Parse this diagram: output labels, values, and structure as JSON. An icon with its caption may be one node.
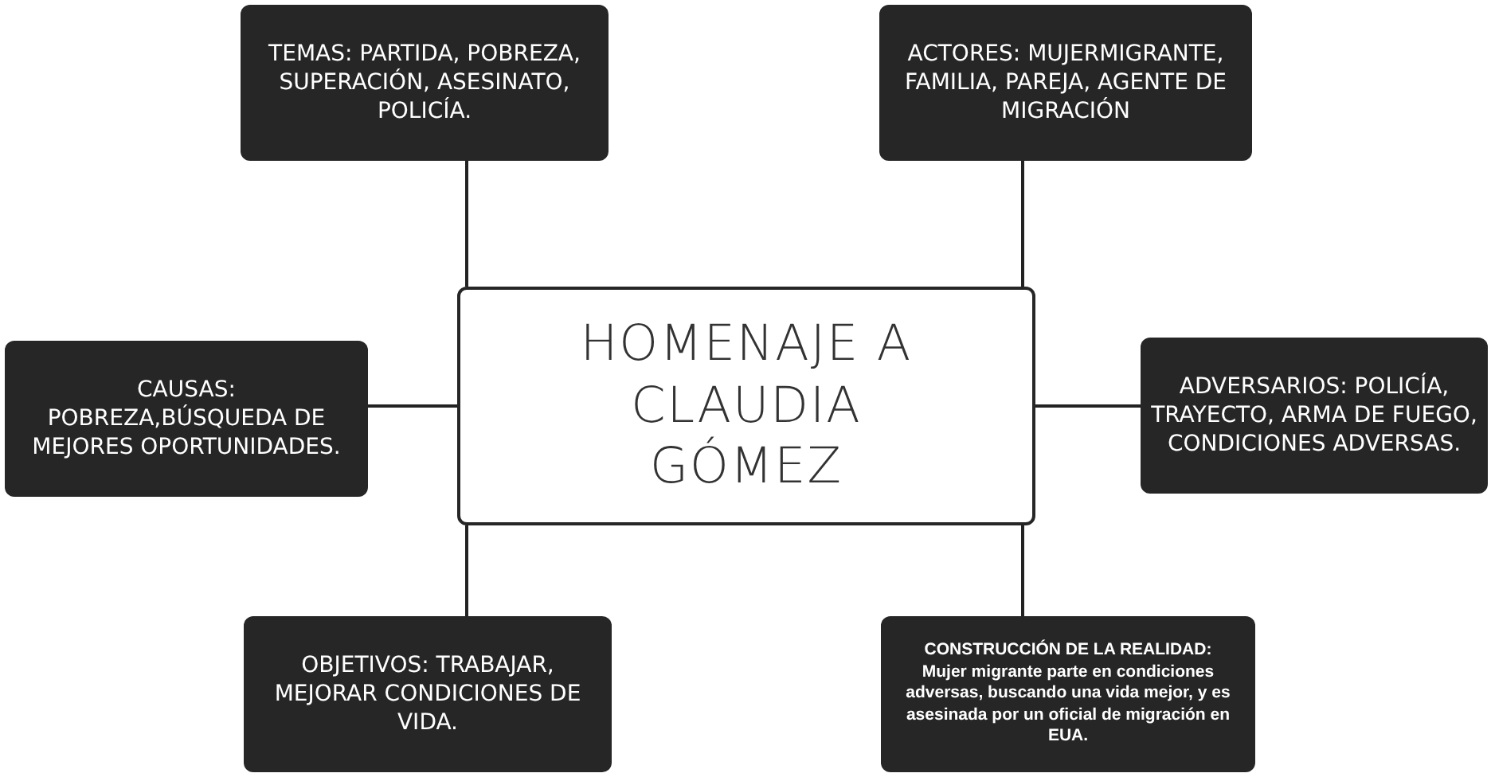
{
  "diagram": {
    "nodes": [
      {
        "text": [
          "HOMENAJE A CLAUDIA GÓMEZ"
        ]
      },
      {
        "text": [
          "TEMAS: PARTIDA, POBREZA, SUPERACIÓN, ASESINATO, POLICÍA."
        ]
      },
      {
        "text": [
          "ACTORES: MUJERMIGRANTE, FAMILIA, PAREJA, AGENTE DE MIGRACIÓN"
        ]
      },
      {
        "text": [
          "CAUSAS: POBREZA,BÚSQUEDA DE MEJORES OPORTUNIDADES."
        ]
      },
      {
        "text": [
          "ADVERSARIOS: POLICÍA, TRAYECTO, ARMA DE FUEGO, CONDICIONES ADVERSAS."
        ]
      },
      {
        "text": [
          "OBJETIVOS: TRABAJAR, MEJORAR CONDICIONES DE VIDA."
        ]
      },
      {
        "text": [
          "CONSTRUCCIÓN DE LA REALIDAD:",
          "Mujer migrante parte en condiciones adversas, buscando una vida mejor, y es asesinada por un oficial de migración en EUA."
        ]
      }
    ],
    "edges": [
      {
        "from": 0,
        "to": 1,
        "arrow": "none"
      },
      {
        "from": 0,
        "to": 2,
        "arrow": "none"
      },
      {
        "from": 0,
        "to": 3,
        "arrow": "none"
      },
      {
        "from": 0,
        "to": 4,
        "arrow": "none"
      },
      {
        "from": 0,
        "to": 5,
        "arrow": "none"
      },
      {
        "from": 0,
        "to": 6,
        "arrow": "none"
      }
    ]
  }
}
